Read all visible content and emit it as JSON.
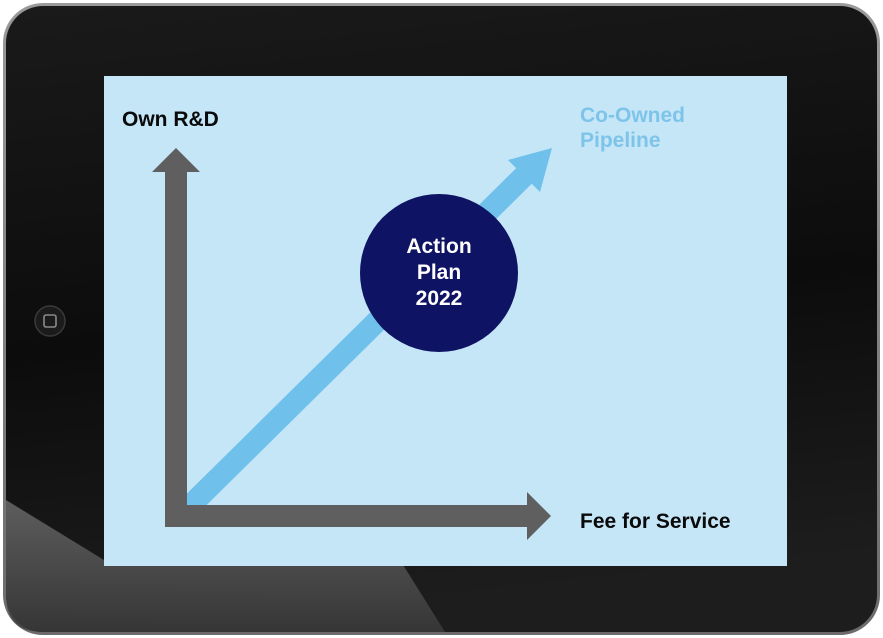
{
  "axes": {
    "vertical_label": "Own R&D",
    "horizontal_label": "Fee for Service",
    "diagonal_label_lines": [
      "Co-Owned",
      "Pipeline"
    ]
  },
  "center_badge": {
    "lines": [
      "Action",
      "Plan",
      "2022"
    ]
  },
  "colors": {
    "screen_background": "#c4e6f7",
    "axis_arrows": "#5f5f5f",
    "diagonal_arrow": "#6fc1ec",
    "diagonal_label": "#7ec4ea",
    "badge_fill": "#0f1364",
    "device_frame": "#111111"
  },
  "icons": {
    "device_home_button": "home-button-icon"
  }
}
